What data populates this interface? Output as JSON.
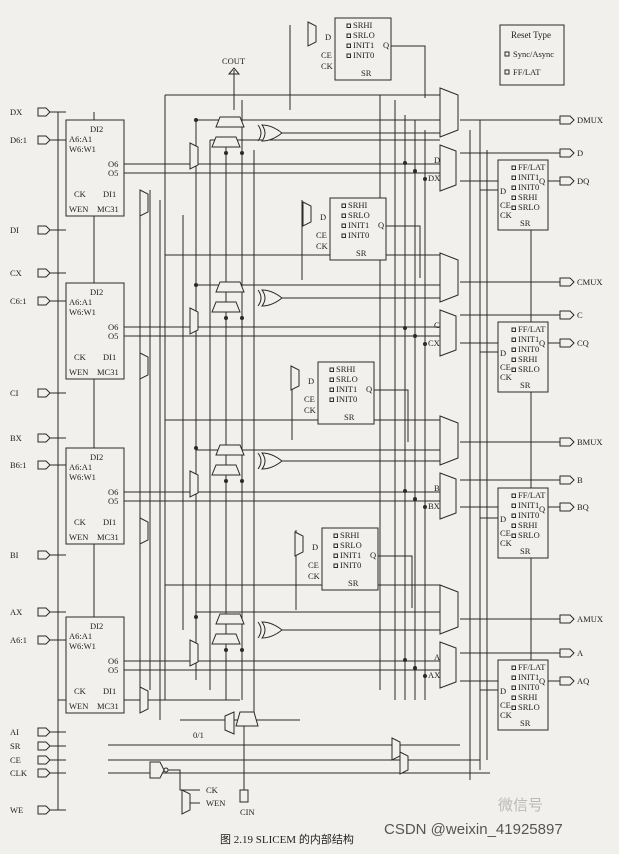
{
  "caption": "图 2.19   SLICEM 的内部结构",
  "watermark": "CSDN @weixin_41925897",
  "watermark_faint": "微信号",
  "reset_type": {
    "title": "Reset Type",
    "opt1": "Sync/Async",
    "opt2": "FF/LAT"
  },
  "top_labels": {
    "cout": "COUT",
    "cin": "CIN"
  },
  "inputs_left": [
    {
      "label": "DX"
    },
    {
      "label": "D6:1"
    },
    {
      "label": "DI"
    },
    {
      "label": "CX"
    },
    {
      "label": "C6:1"
    },
    {
      "label": "CI"
    },
    {
      "label": "BX"
    },
    {
      "label": "B6:1"
    },
    {
      "label": "BI"
    },
    {
      "label": "AX"
    },
    {
      "label": "A6:1"
    },
    {
      "label": "AI"
    },
    {
      "label": "SR"
    },
    {
      "label": "CE"
    },
    {
      "label": "CLK"
    },
    {
      "label": "WE"
    }
  ],
  "outputs_right": [
    {
      "label": "DMUX"
    },
    {
      "label": "D"
    },
    {
      "label": "DQ"
    },
    {
      "label": "CMUX"
    },
    {
      "label": "C"
    },
    {
      "label": "CQ"
    },
    {
      "label": "BMUX"
    },
    {
      "label": "B"
    },
    {
      "label": "BQ"
    },
    {
      "label": "AMUX"
    },
    {
      "label": "A"
    },
    {
      "label": "AQ"
    }
  ],
  "lut": {
    "di2": "DI2",
    "addr": "A6:A1",
    "waddr": "W6:W1",
    "o6": "O6",
    "o5": "O5",
    "ck": "CK",
    "di1": "DI1",
    "wen": "WEN",
    "mc31": "MC31"
  },
  "reg5": {
    "d": "D",
    "ce": "CE",
    "ck": "CK",
    "q": "Q",
    "sr": "SR",
    "opts": [
      "SRHI",
      "SRLO",
      "INIT1",
      "INIT0"
    ]
  },
  "reg_d": {
    "d": "D",
    "ce": "CE",
    "ck": "CK",
    "q": "Q",
    "sr": "SR",
    "opts": [
      "FF/LAT",
      "INIT1",
      "INIT0",
      "SRHI",
      "SRLO"
    ]
  },
  "reg_a": {
    "opts": [
      "FF/LAT",
      "INIT1",
      "INIT0",
      "SRHI",
      "SRLO"
    ]
  },
  "mux_labels": [
    "DX",
    "CX",
    "BX",
    "AX"
  ],
  "carry_labels": [
    "D",
    "C",
    "B",
    "A"
  ],
  "misc": {
    "ck": "CK",
    "wen": "WEN",
    "zero_one": "0/1"
  }
}
